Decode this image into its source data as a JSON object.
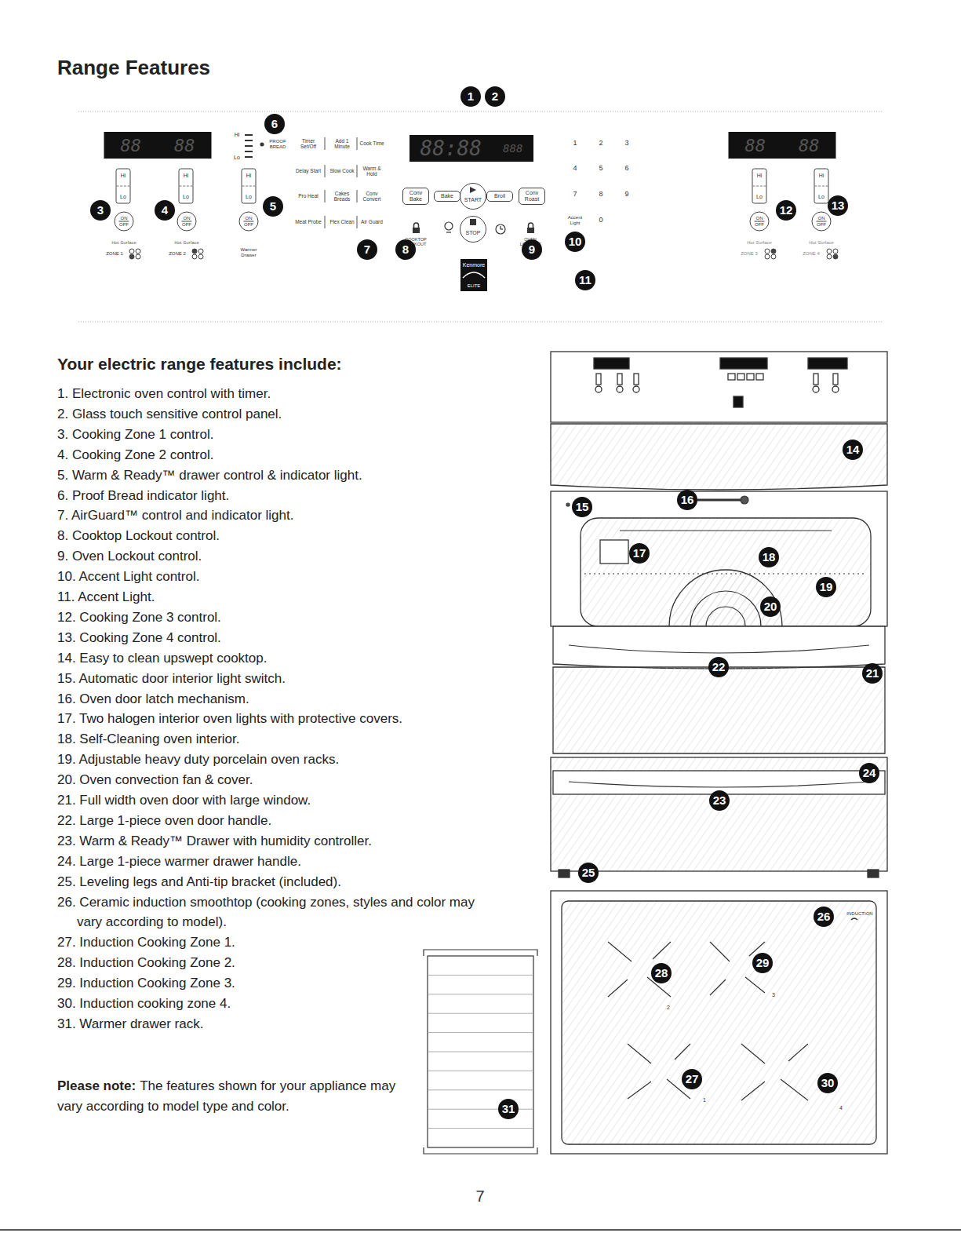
{
  "diagram": {
    "title": "Range Features",
    "nodes": [
      {
        "text": [
          "88",
          "88"
        ]
      },
      {
        "text": [
          "88:88",
          "888"
        ]
      },
      {
        "text": [
          "88",
          "88"
        ]
      },
      {
        "text": [
          "Hi",
          "Lo"
        ]
      },
      {
        "text": [
          "Hi",
          "Lo"
        ]
      },
      {
        "text": [
          "Hi",
          "Lo"
        ]
      },
      {
        "text": [
          "Hi",
          "Lo"
        ]
      },
      {
        "text": [
          "Hi",
          "Lo"
        ]
      },
      {
        "text": [
          "Conv Bake"
        ]
      },
      {
        "text": [
          "Bake"
        ]
      },
      {
        "text": [
          "START"
        ]
      },
      {
        "text": [
          "Broil"
        ]
      },
      {
        "text": [
          "Conv Roast"
        ]
      },
      {
        "text": [
          "ON",
          "OFF"
        ]
      },
      {
        "text": [
          "ON",
          "OFF"
        ]
      },
      {
        "text": [
          "ON",
          "OFF"
        ]
      },
      {
        "text": [
          "STOP"
        ]
      },
      {
        "text": [
          "ON",
          "OFF"
        ]
      },
      {
        "text": [
          "ON",
          "OFF"
        ]
      }
    ],
    "labels": [
      "1",
      "2",
      "3",
      "4",
      "5",
      "6",
      "Hi",
      "Lo",
      "PROOF BREAD",
      "Hot Surface",
      "ZONE 1",
      "Hot Surface",
      "ZONE 2",
      "Warmer Drawer",
      "Timer Set/Off",
      "Add 1 Minute",
      "Cook Time",
      "Delay Start",
      "Slow Cook",
      "Warm & Hold",
      "Pro Heat",
      "Cakes Breads",
      "Conv Convert",
      "Meat Probe",
      "Flex Clean",
      "Air Guard",
      "COOKTOP LOCKOUT",
      "OVEN LOCKOUT",
      "7",
      "8",
      "9",
      "10",
      "11",
      "1",
      "2",
      "3",
      "4",
      "5",
      "6",
      "7",
      "8",
      "9",
      "Accent Light",
      "0",
      "Kenmore",
      "ELITE",
      "12",
      "13",
      "Hot Surface",
      "ZONE 3",
      "Hot Surface",
      "ZONE 4",
      "Your electric range features include:",
      "1. Electronic oven control with timer.",
      "2. Glass touch sensitive control panel.",
      "3. Cooking Zone 1 control.",
      "4. Cooking Zone 2 control.",
      "5. Warm & Ready™ drawer control & indicator light.",
      "6. Proof Bread indicator light.",
      "7. AirGuard™ control and indicator light.",
      "8. Cooktop Lockout control.",
      "9. Oven Lockout control.",
      "10. Accent Light control.",
      "11. Accent Light.",
      "12. Cooking Zone 3 control.",
      "13. Cooking Zone 4 control.",
      "14. Easy to clean upswept cooktop.",
      "15. Automatic door interior light switch.",
      "16. Oven door latch mechanism.",
      "17. Two halogen interior oven lights with protective covers.",
      "18. Self-Cleaning oven interior.",
      "19. Adjustable heavy duty porcelain oven racks.",
      "20. Oven convection fan & cover.",
      "21. Full width oven door with large window.",
      "22. Large 1-piece oven door handle.",
      "23. Warm & Ready™ Drawer with humidity controller.",
      "24. Large 1-piece warmer drawer handle.",
      "25. Leveling legs and Anti-tip bracket (included).",
      "26. Ceramic induction smoothtop (cooking zones, styles and color may vary according to model).",
      "27. Induction Cooking Zone 1.",
      "28. Induction Cooking Zone 2.",
      "29. Induction Cooking Zone 3.",
      "30. Induction cooking zone 4.",
      "31. Warmer drawer rack.",
      "Please note:",
      "The features shown for your appliance may vary according to model type and color.",
      "14",
      "15",
      "16",
      "17",
      "18",
      "19",
      "20",
      "21",
      "22",
      "23",
      "24",
      "25",
      "26",
      "27",
      "28",
      "29",
      "30",
      "31",
      "INDUCTION",
      "1",
      "2",
      "3",
      "4",
      "7"
    ]
  }
}
